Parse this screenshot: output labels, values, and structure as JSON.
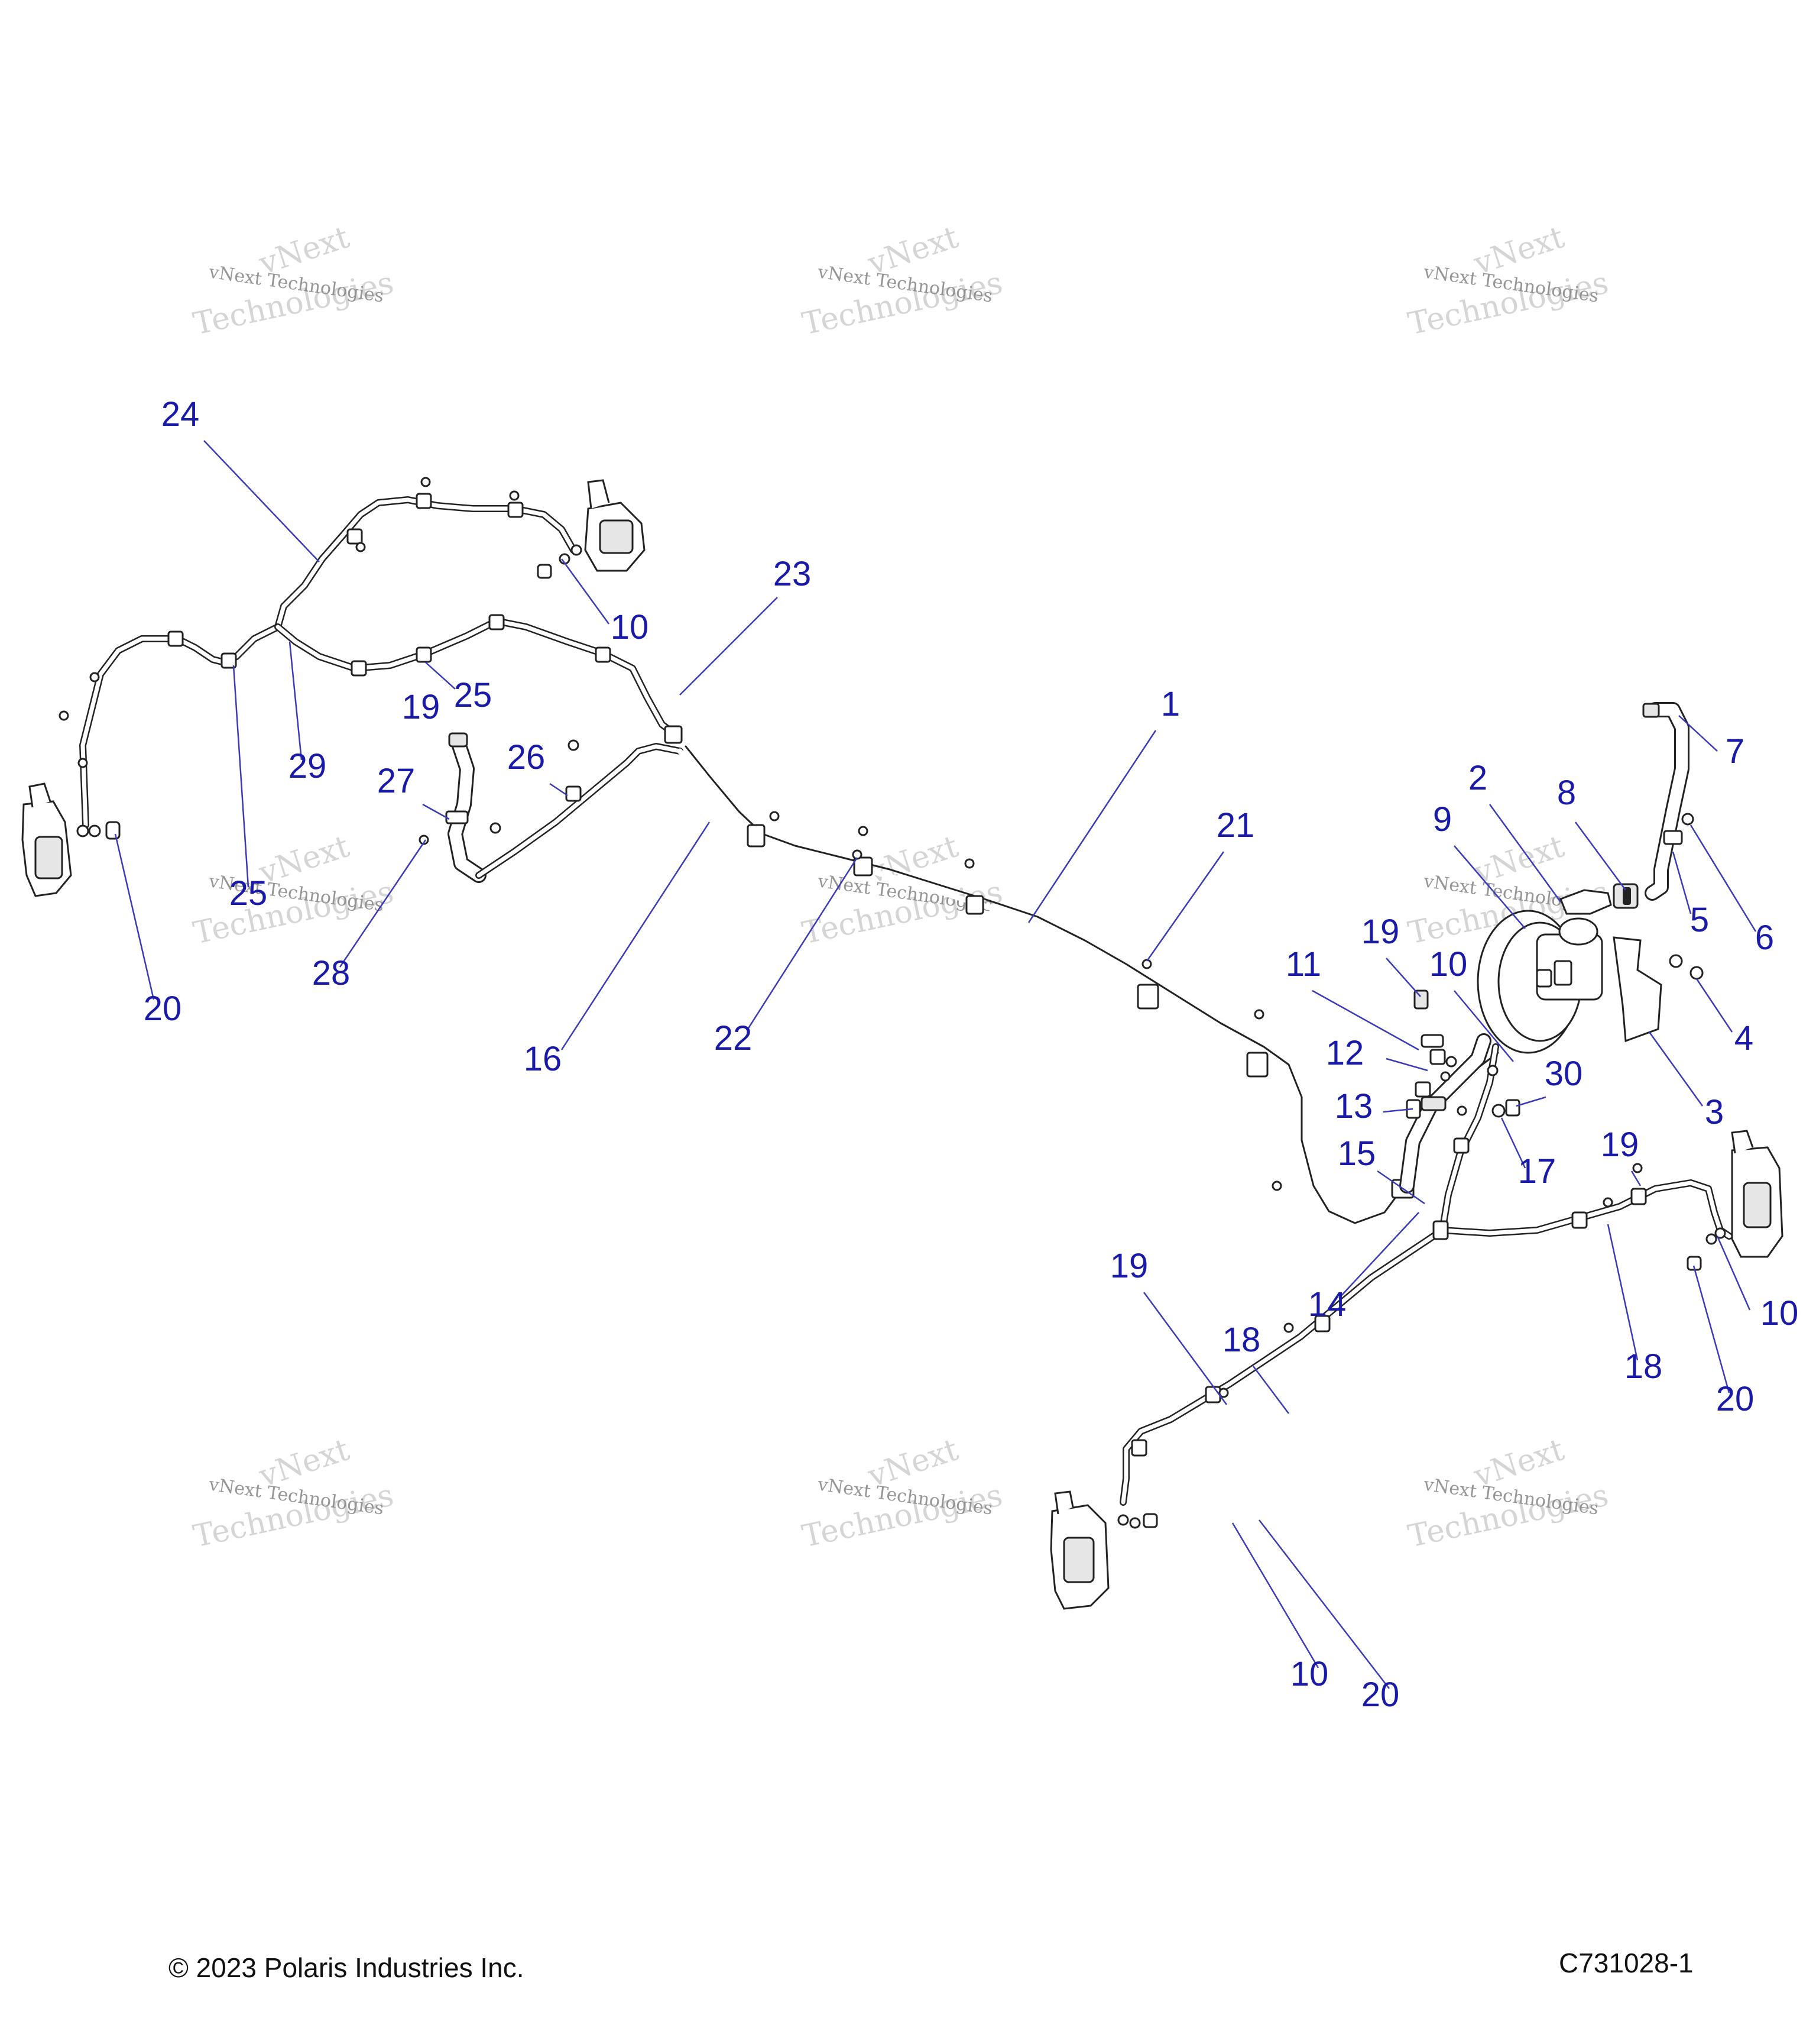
{
  "watermark": {
    "line1": "vNext",
    "line2": "vNext Technologies",
    "line3": "Technologies"
  },
  "callouts": [
    {
      "id": "c24",
      "text": "24"
    },
    {
      "id": "c10a",
      "text": "10"
    },
    {
      "id": "c23",
      "text": "23"
    },
    {
      "id": "c25a",
      "text": "25"
    },
    {
      "id": "c29",
      "text": "29"
    },
    {
      "id": "c19a",
      "text": "19"
    },
    {
      "id": "c26",
      "text": "26"
    },
    {
      "id": "c27",
      "text": "27"
    },
    {
      "id": "c25b",
      "text": "25"
    },
    {
      "id": "c28",
      "text": "28"
    },
    {
      "id": "c20a",
      "text": "20"
    },
    {
      "id": "c16",
      "text": "16"
    },
    {
      "id": "c22",
      "text": "22"
    },
    {
      "id": "c1",
      "text": "1"
    },
    {
      "id": "c21",
      "text": "21"
    },
    {
      "id": "c2",
      "text": "2"
    },
    {
      "id": "c8",
      "text": "8"
    },
    {
      "id": "c9",
      "text": "9"
    },
    {
      "id": "c7",
      "text": "7"
    },
    {
      "id": "c5",
      "text": "5"
    },
    {
      "id": "c6",
      "text": "6"
    },
    {
      "id": "c11",
      "text": "11"
    },
    {
      "id": "c19b",
      "text": "19"
    },
    {
      "id": "c10b",
      "text": "10"
    },
    {
      "id": "c4",
      "text": "4"
    },
    {
      "id": "c3",
      "text": "3"
    },
    {
      "id": "c12",
      "text": "12"
    },
    {
      "id": "c30",
      "text": "30"
    },
    {
      "id": "c13",
      "text": "13"
    },
    {
      "id": "c17",
      "text": "17"
    },
    {
      "id": "c15",
      "text": "15"
    },
    {
      "id": "c19c",
      "text": "19"
    },
    {
      "id": "c14",
      "text": "14"
    },
    {
      "id": "c19d",
      "text": "19"
    },
    {
      "id": "c18a",
      "text": "18"
    },
    {
      "id": "c10c",
      "text": "10"
    },
    {
      "id": "c18b",
      "text": "18"
    },
    {
      "id": "c20b",
      "text": "20"
    },
    {
      "id": "c10d",
      "text": "10"
    },
    {
      "id": "c20c",
      "text": "20"
    }
  ],
  "footer": {
    "copyright": "© 2023 Polaris Industries Inc.",
    "drawing_number": "C731028-1"
  }
}
